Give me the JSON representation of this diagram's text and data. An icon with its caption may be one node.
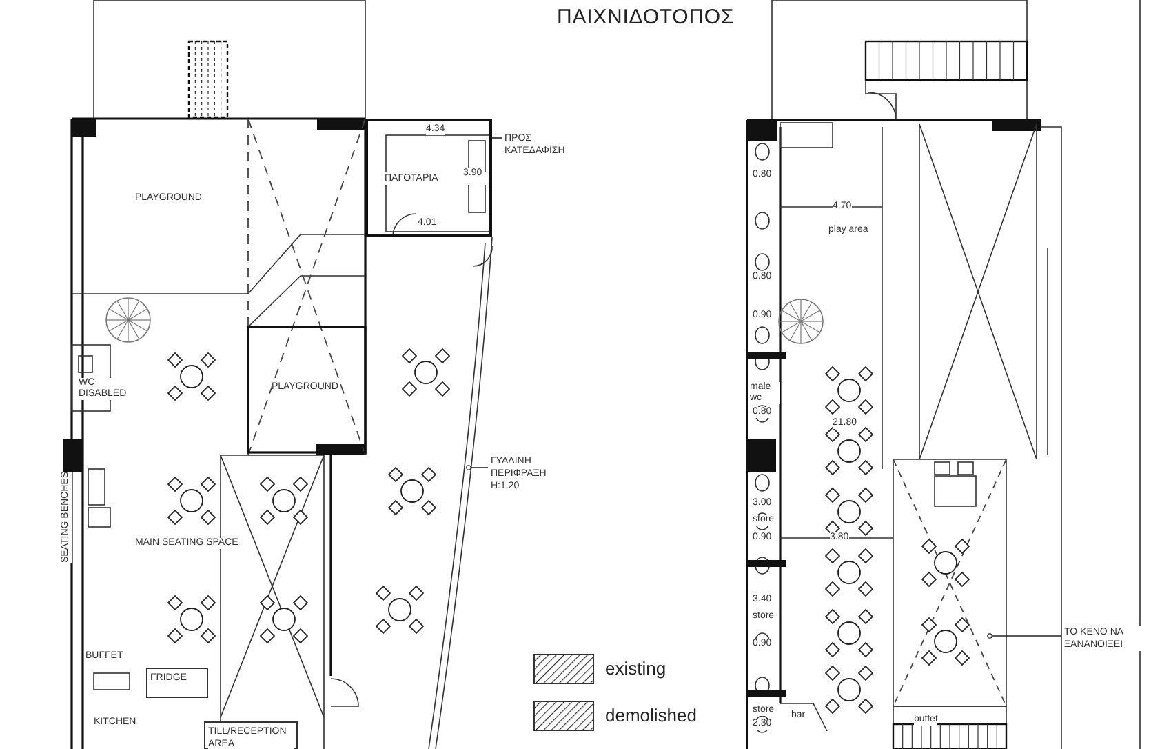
{
  "diagram": {
    "title": "ΠΑΙΧΝΙΔΟΤΟΠΟΣ",
    "nodes": [
      {
        "text": [
          "ΠΡΟΣ ΚΑΤΕΔΑΦΙΣΗ"
        ]
      },
      {
        "text": [
          "ΓΥΑΛΙΝΗ ΠΕΡΙΦΡΑΞΗ Η:1.20"
        ]
      },
      {
        "text": [
          "ΤΟ ΚΕΝΟ ΝΑ ΞΑΝΑΝΟΙΞΕΙ"
        ]
      },
      {
        "text": [
          "FRIDGE"
        ]
      },
      {
        "text": [
          "TILL/RECEPTION AREA"
        ]
      },
      {
        "text": [
          "ΠΑΓΟΤΑΡΙΑ"
        ]
      }
    ],
    "edges": [
      {
        "from": 0,
        "to": 5,
        "arrow": "none"
      },
      {
        "from": 1,
        "to": null,
        "arrow": "other"
      },
      {
        "from": 2,
        "to": null,
        "arrow": "other"
      }
    ],
    "labels": [
      "4.34",
      "3.90",
      "4.01",
      "PLAYGROUND",
      "WC DISABLED",
      "PLAYGROUND",
      "SEATING BENCHES",
      "MAIN SEATING SPACE",
      "BUFFET",
      "KITCHEN",
      "0.80",
      "4.70",
      "play area",
      "0.80",
      "0.90",
      "male wc",
      "0.80",
      "21.80",
      "3.00",
      "store",
      "0.90",
      "3.80",
      "3.40",
      "store",
      "0.90",
      "store",
      "2.30",
      "bar",
      "buffet"
    ],
    "legend": [
      {
        "text": "existing"
      },
      {
        "text": "demolished"
      }
    ]
  }
}
